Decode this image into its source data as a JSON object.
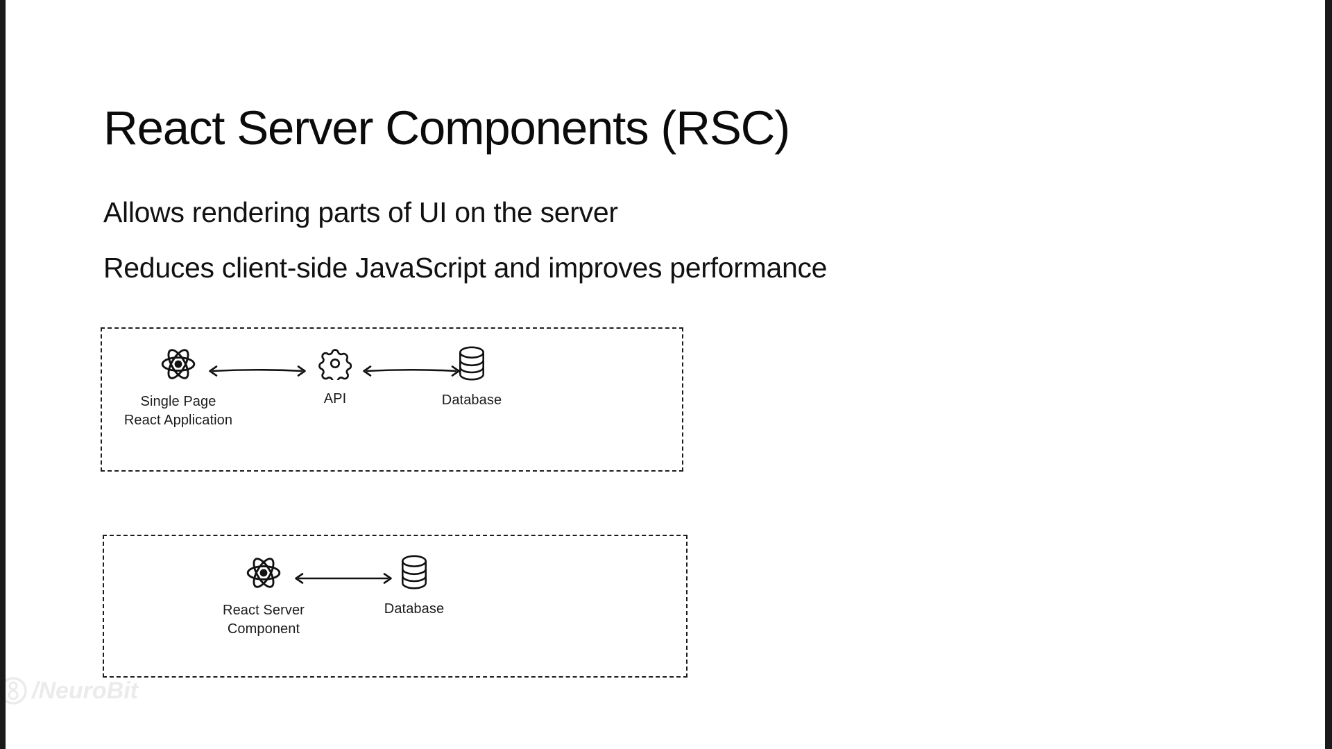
{
  "slide": {
    "title": "React Server Components (RSC)",
    "bullets": [
      "Allows rendering parts of UI on the server",
      "Reduces client-side JavaScript and improves performance"
    ],
    "background_color": "#ffffff",
    "text_color": "#0b0b0b",
    "edge_strip_color": "#1a1a1a"
  },
  "diagrams": [
    {
      "name": "traditional-spa-architecture",
      "nodes": [
        {
          "icon": "react-atom-icon",
          "label_lines": [
            "Single Page",
            "React Application"
          ]
        },
        {
          "icon": "gear-icon",
          "label_lines": [
            "API"
          ]
        },
        {
          "icon": "database-icon",
          "label_lines": [
            "Database"
          ]
        }
      ],
      "connectors": [
        {
          "type": "double-headed-arrow",
          "from": "Single Page React Application",
          "to": "API"
        },
        {
          "type": "double-headed-arrow",
          "from": "API",
          "to": "Database"
        }
      ]
    },
    {
      "name": "react-server-component-architecture",
      "nodes": [
        {
          "icon": "react-atom-icon",
          "label_lines": [
            "React Server",
            "Component"
          ]
        },
        {
          "icon": "database-icon",
          "label_lines": [
            "Database"
          ]
        }
      ],
      "connectors": [
        {
          "type": "double-headed-arrow",
          "from": "React Server Component",
          "to": "Database"
        }
      ]
    }
  ],
  "watermark": {
    "text": "/NeuroBit",
    "icon": "circle-logo-icon",
    "color": "#ebebeb"
  }
}
